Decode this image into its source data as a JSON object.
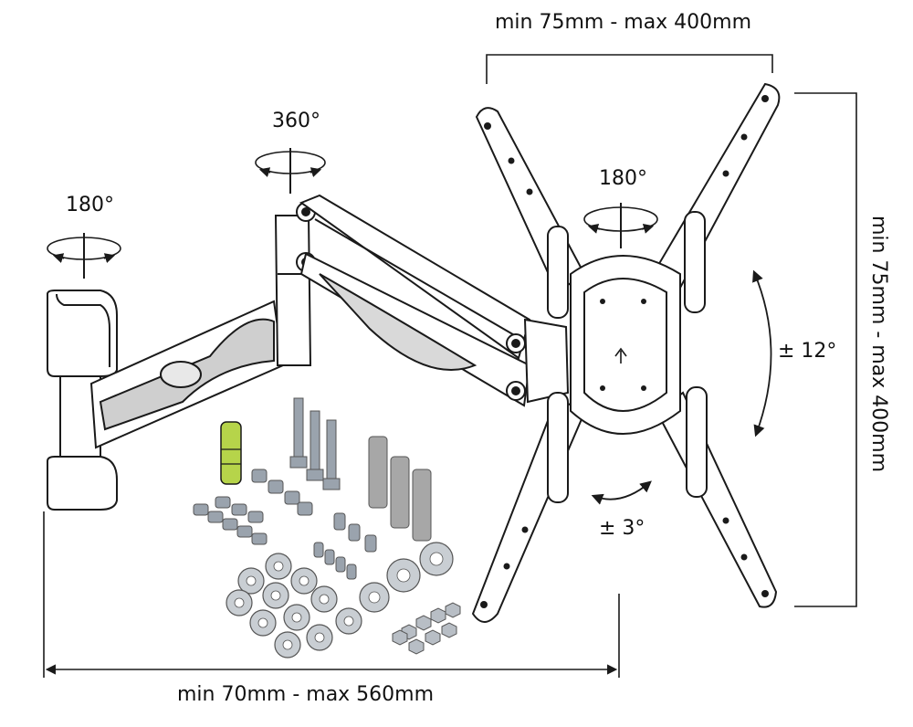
{
  "labels": {
    "width_range": "min 75mm - max 400mm",
    "height_range": "min 75mm - max 400mm",
    "extension_range": "min 70mm - max 560mm",
    "wall_swivel": "180°",
    "arm_swivel": "360°",
    "head_swivel": "180°",
    "tilt": "± 12°",
    "rotation": "± 3°"
  },
  "colors": {
    "line": "#1a1a1a",
    "metal_fill": "#ffffff",
    "arm_shade": "#cfcfcf",
    "level_green": "#b6d44a",
    "screw": "#9aa3ad",
    "washer": "#c9ced3",
    "anchor": "#a7a7a7"
  },
  "parts": {
    "wall_plate": "wall-plate",
    "arm": "gas-spring-arm",
    "vesa_bracket": "vesa-x-bracket",
    "accessories": [
      "bubble-level",
      "lag-screws",
      "wall-anchors",
      "bolts",
      "washers",
      "nuts"
    ]
  }
}
